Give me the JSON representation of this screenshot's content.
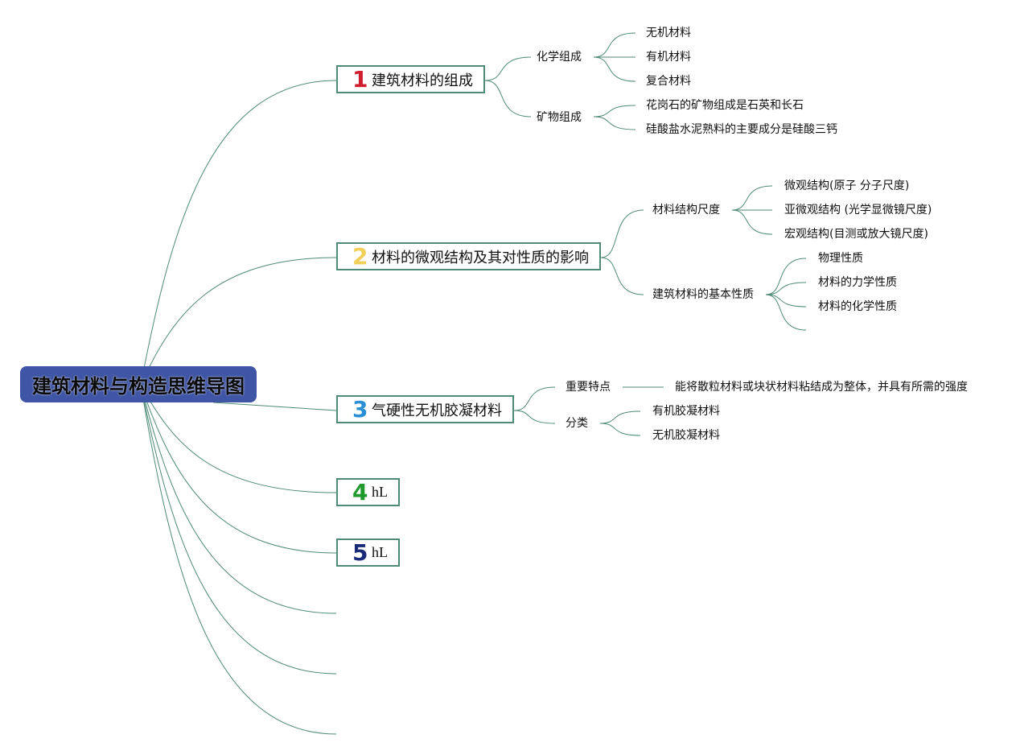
{
  "root": {
    "label": "建筑材料与构造思维导图"
  },
  "branches": [
    {
      "num": "1",
      "color": "#d01c2e",
      "label": "建筑材料的组成"
    },
    {
      "num": "2",
      "color": "#f0d058",
      "label": "材料的微观结构及其对性质的影响"
    },
    {
      "num": "3",
      "color": "#2b8fd6",
      "label": "气硬性无机胶凝材料"
    },
    {
      "num": "4",
      "color": "#1e9a2c",
      "label": "hL"
    },
    {
      "num": "5",
      "color": "#1a2a78",
      "label": "hL"
    }
  ],
  "b1": {
    "chem": "化学组成",
    "chem_items": [
      "无机材料",
      "有机材料",
      "复合材料"
    ],
    "mineral": "矿物组成",
    "mineral_items": [
      "花岗石的矿物组成是石英和长石",
      "硅酸盐水泥熟料的主要成分是硅酸三钙"
    ]
  },
  "b2": {
    "scale": "材料结构尺度",
    "scale_items": [
      "微观结构(原子 分子尺度)",
      "亚微观结构 (光学显微镜尺度)",
      "宏观结构(目测或放大镜尺度)"
    ],
    "props": "建筑材料的基本性质",
    "props_items": [
      "物理性质",
      "材料的力学性质",
      "材料的化学性质"
    ]
  },
  "b3": {
    "feature": "重要特点",
    "feature_text": "能将散粒材料或块状材料粘结成为整体，并具有所需的强度",
    "class": "分类",
    "class_items": [
      "有机胶凝材料",
      "无机胶凝材料"
    ]
  },
  "line_color": "#4e8a78"
}
